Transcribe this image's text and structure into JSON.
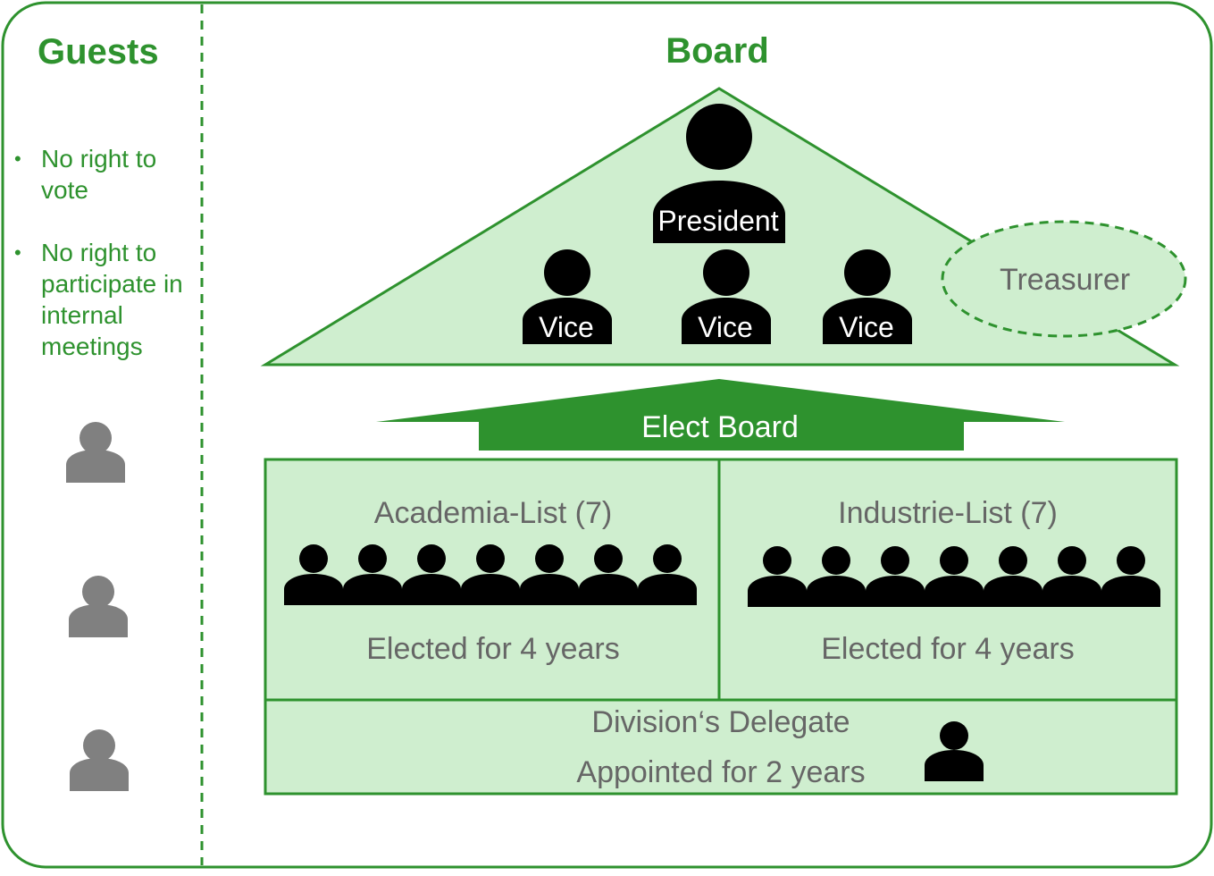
{
  "colors": {
    "green": "#2e922e",
    "light_green": "#cfeecf",
    "grey_text": "#666666",
    "guest_person": "#808080",
    "person": "#000000",
    "arrow": "#2e922e"
  },
  "guests": {
    "title": "Guests",
    "notes": [
      "No right to vote",
      "No right to participate in internal meetings"
    ],
    "person_icons": 3
  },
  "board": {
    "title": "Board",
    "president_label": "President",
    "vice_labels": [
      "Vice",
      "Vice",
      "Vice"
    ],
    "treasurer_label": "Treasurer"
  },
  "elect_arrow": {
    "label": "Elect Board"
  },
  "lists": {
    "academia": {
      "title": "Academia-List (7)",
      "member_count": 7,
      "term": "Elected for 4 years"
    },
    "industrie": {
      "title": "Industrie-List (7)",
      "member_count": 7,
      "term": "Elected for 4 years"
    }
  },
  "delegate": {
    "title": "Division‘s Delegate",
    "term": "Appointed for 2 years"
  }
}
